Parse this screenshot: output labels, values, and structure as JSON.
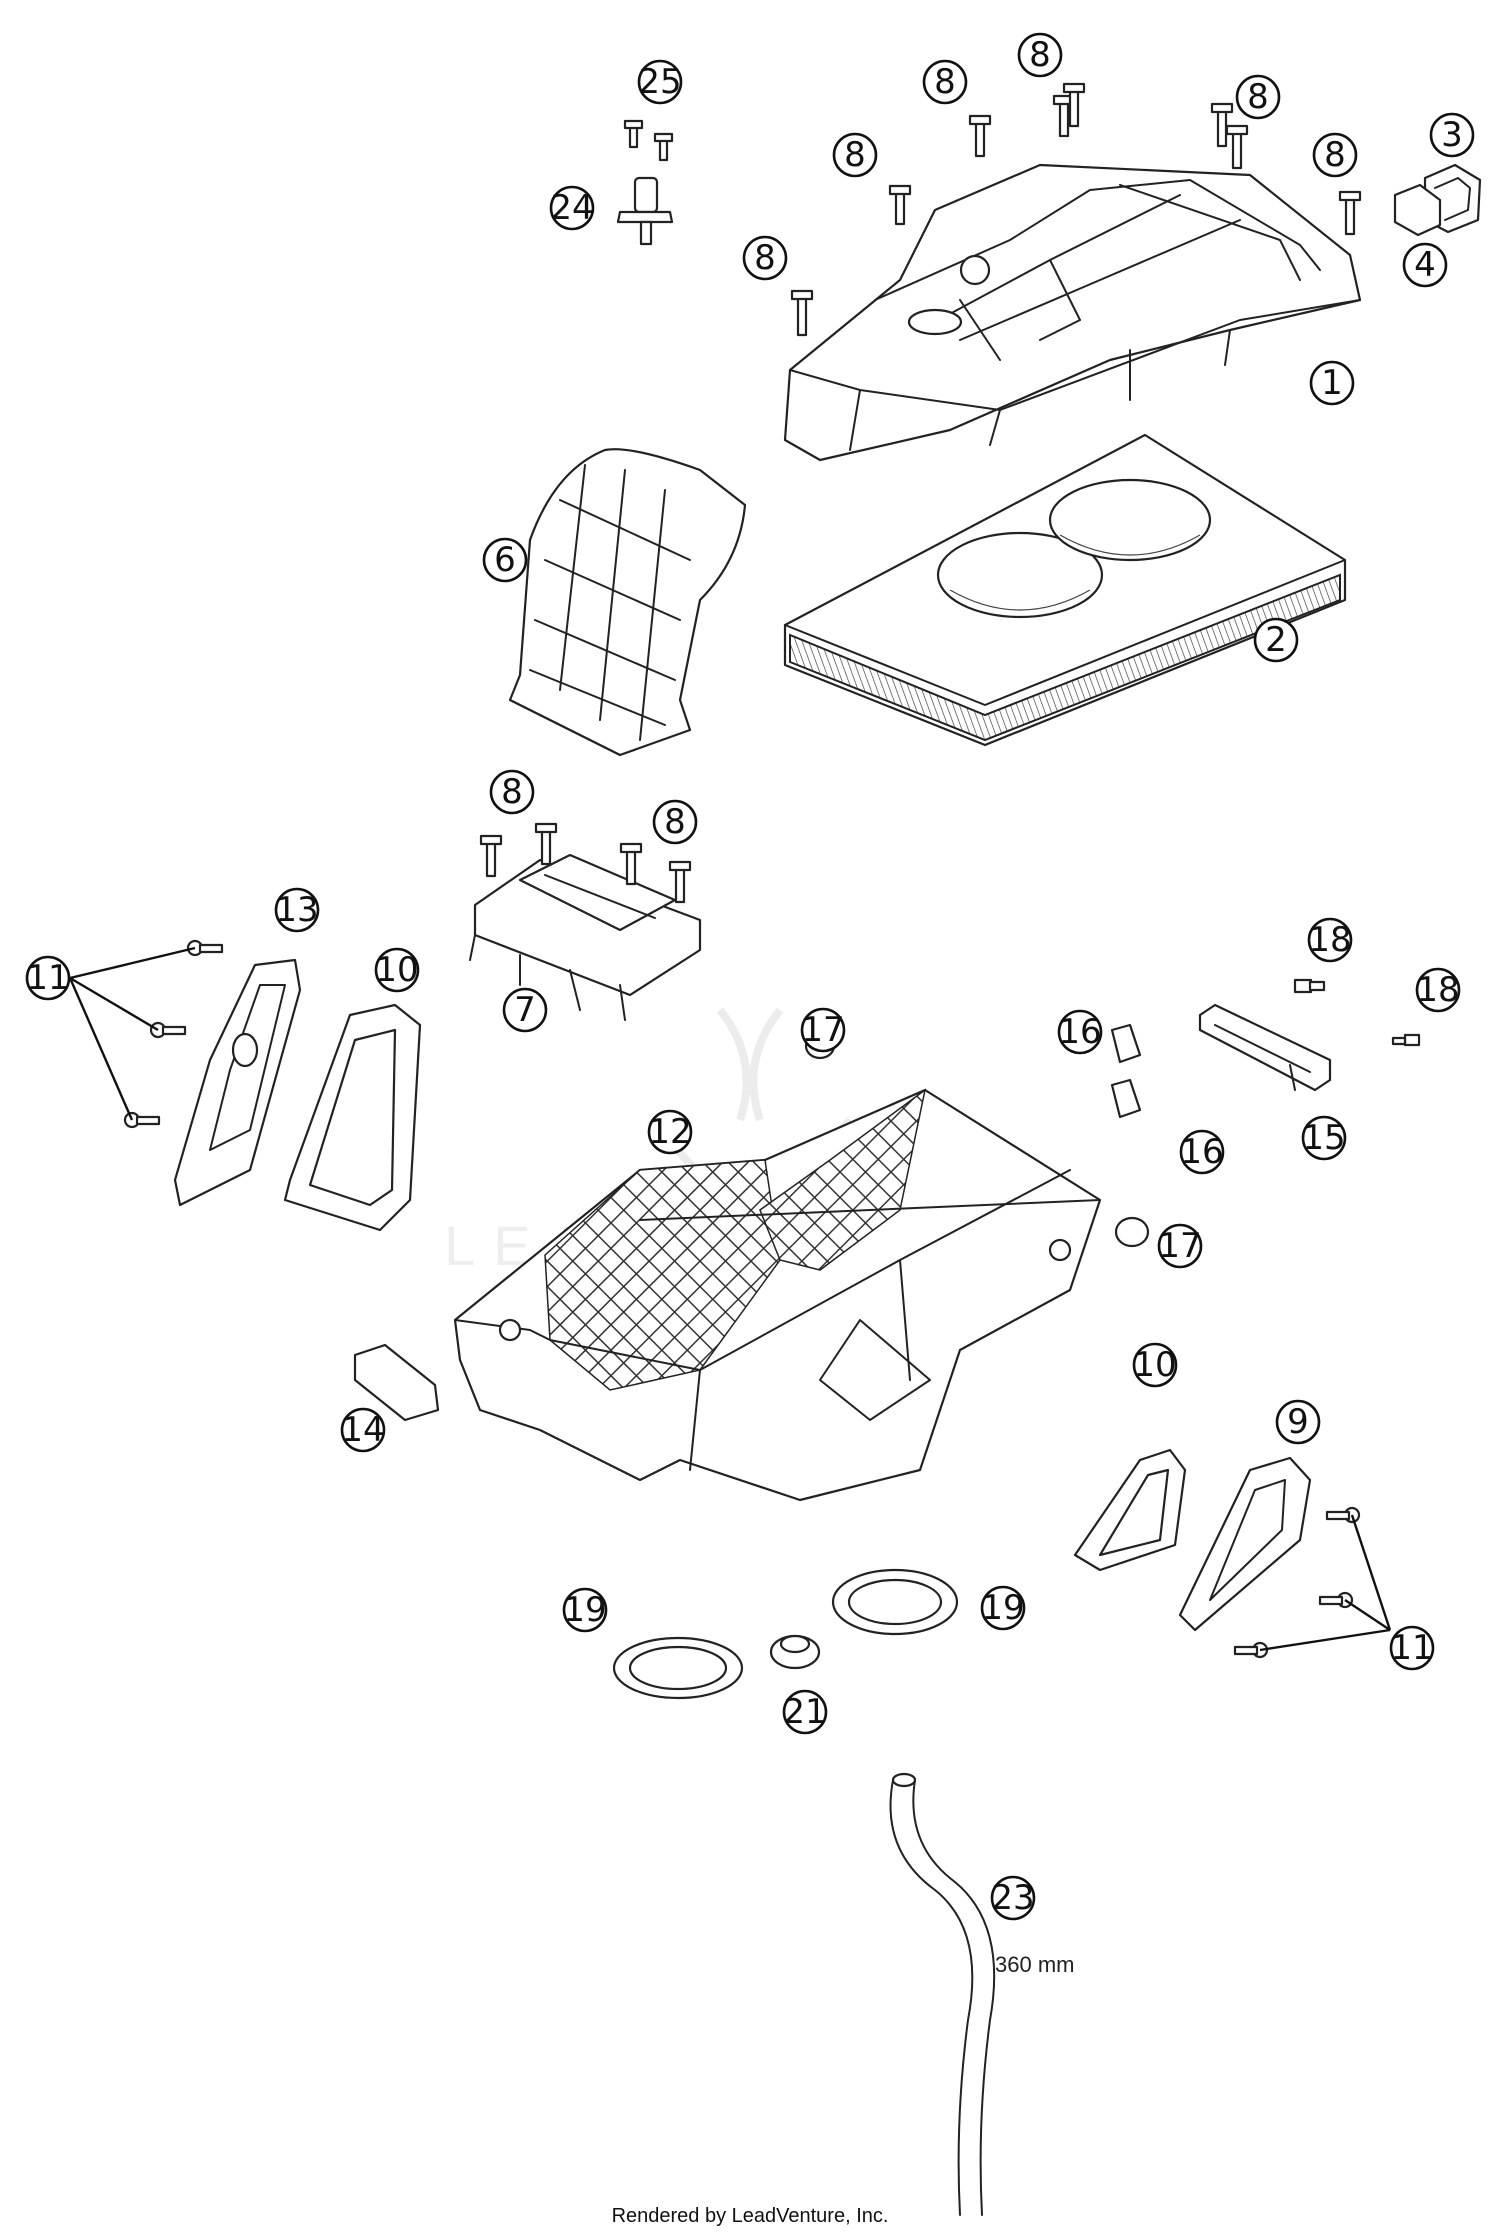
{
  "callouts": [
    "1",
    "2",
    "3",
    "4",
    "6",
    "7",
    "8",
    "9",
    "10",
    "11",
    "12",
    "13",
    "14",
    "15",
    "16",
    "17",
    "18",
    "19",
    "21",
    "23",
    "24",
    "25"
  ],
  "dimension_label": "360 mm",
  "footer": "Rendered by LeadVenture, Inc.",
  "watermark": "LEADVENTURE"
}
